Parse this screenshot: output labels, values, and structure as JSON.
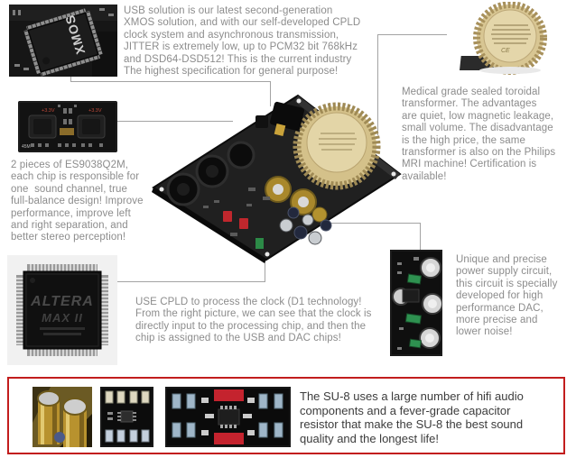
{
  "annotations": {
    "usb": "USB solution is our latest second-generation\nXMOS solution, and with our self-developed CPLD\nclock system and asynchronous transmission,\nJITTER is extremely low, up to PCM32 bit 768kHz\nand DSD64-DSD512! This is the current industry\nThe highest specification for general purpose!",
    "dac": "2 pieces of ES9038Q2M,\neach chip is responsible for\none  sound channel, true\nfull-balance design! Improve\nperformance, improve left\nand right separation, and\nbetter stereo perception!",
    "transformer": "Medical grade sealed toroidal\ntransformer. The advantages\nare quiet, low magnetic leakage,\nsmall volume. The disadvantage\nis the high price, the same\ntransformer is also on the Philips\nMRI machine! Certification is\navailable!",
    "cpld": "USE CPLD to process the clock (D1 technology!\nFrom the right picture, we can see that the clock is\ndirectly input to the processing chip, and then the\nchip is assigned to the USB and DAC chips!",
    "power": "Unique and precise\npower supply circuit,\nthis circuit is specially\ndeveloped for high\nperformance DAC,\nmore precise and\nlower noise!",
    "footer": "The SU-8 uses a large number of hifi audio\ncomponents and a fever-grade capacitor\nresistor that make the SU-8 the best sound\nquality and the longest life!"
  },
  "chip_text": {
    "xmos": "XMOS",
    "altera_brand": "ALTERA",
    "altera_series": "MAX II",
    "dac_left_voltage": "+3.3V",
    "dac_right_voltage": "+3.3V",
    "dac_corner_mark": "45M",
    "transformer_ce_mark": "CE"
  },
  "colors": {
    "annotation_text": "#8c8c8c",
    "footer_text": "#3c3c3c",
    "footer_border": "#c21d1d",
    "callout_line": "#a3a3a3",
    "transformer_gold": "#d8c693",
    "accent_red": "#cc2430"
  }
}
